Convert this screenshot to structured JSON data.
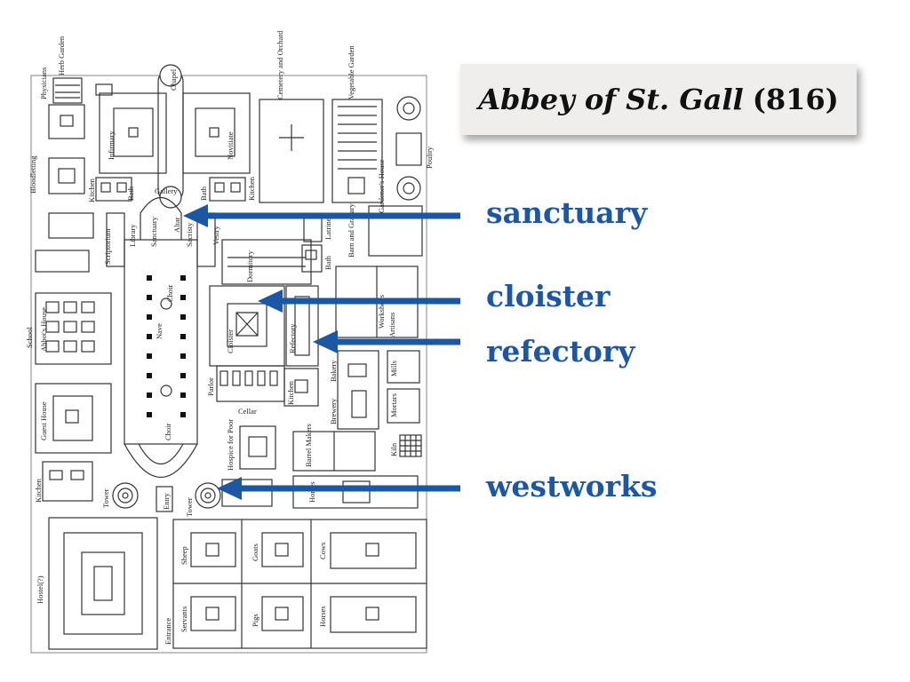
{
  "title": {
    "name": "Abbey of St. Gall",
    "year_paren": "(816)"
  },
  "callouts": [
    {
      "label": "sanctuary"
    },
    {
      "label": "cloister"
    },
    {
      "label": "refectory"
    },
    {
      "label": "westworks"
    }
  ],
  "plan_labels": {
    "herb_garden": "Herb Garden",
    "physicians": "Physicians",
    "bloodletting": "Bloodletting",
    "chapel": "Chapel",
    "infirmary": "Infirmary",
    "novitiate": "Novitiate",
    "cemetery": "Cemetery and Orchard",
    "vegetable_garden": "Vegetable Garden",
    "gardeners_house": "Gardener's House",
    "poultry": "Poultry",
    "kitchen": "Kitchen",
    "bath": "Bath",
    "gallery": "Gallery",
    "scriptorium": "Scriptorium",
    "library": "Library",
    "sanctuary": "Sanctuary",
    "altar": "Altar",
    "sacristy": "Sacristy",
    "vestry": "Vestry",
    "dormitory": "Dormitory",
    "latrines": "Latrines",
    "barn": "Barn and Granary",
    "workshops": "Workshops",
    "artisans": "Artisans",
    "choir": "Choir",
    "nave": "Nave",
    "cloister": "Cloister",
    "refectory": "Refectory",
    "school": "School",
    "abbots_house": "Abbot's House",
    "guest_house": "Guest House",
    "parlor": "Parlor",
    "bakery": "Bakery",
    "brewery": "Brewery",
    "mills": "Mills",
    "mortars": "Mortars",
    "cellar": "Cellar",
    "hospice": "Hospice for Poor",
    "barrel_makers": "Barrel Makers",
    "kiln": "Kiln",
    "tower": "Tower",
    "entry": "Entry",
    "horses": "Horses",
    "sheep": "Sheep",
    "goats": "Goats",
    "cows": "Cows",
    "hostel": "Hostel(?)",
    "servants": "Servants",
    "pigs": "Pigs",
    "entrance": "Entrance"
  },
  "colors": {
    "arrow": "#1c57a6",
    "callout_text": "#1c57a6",
    "title_bg": "#efeeec"
  }
}
